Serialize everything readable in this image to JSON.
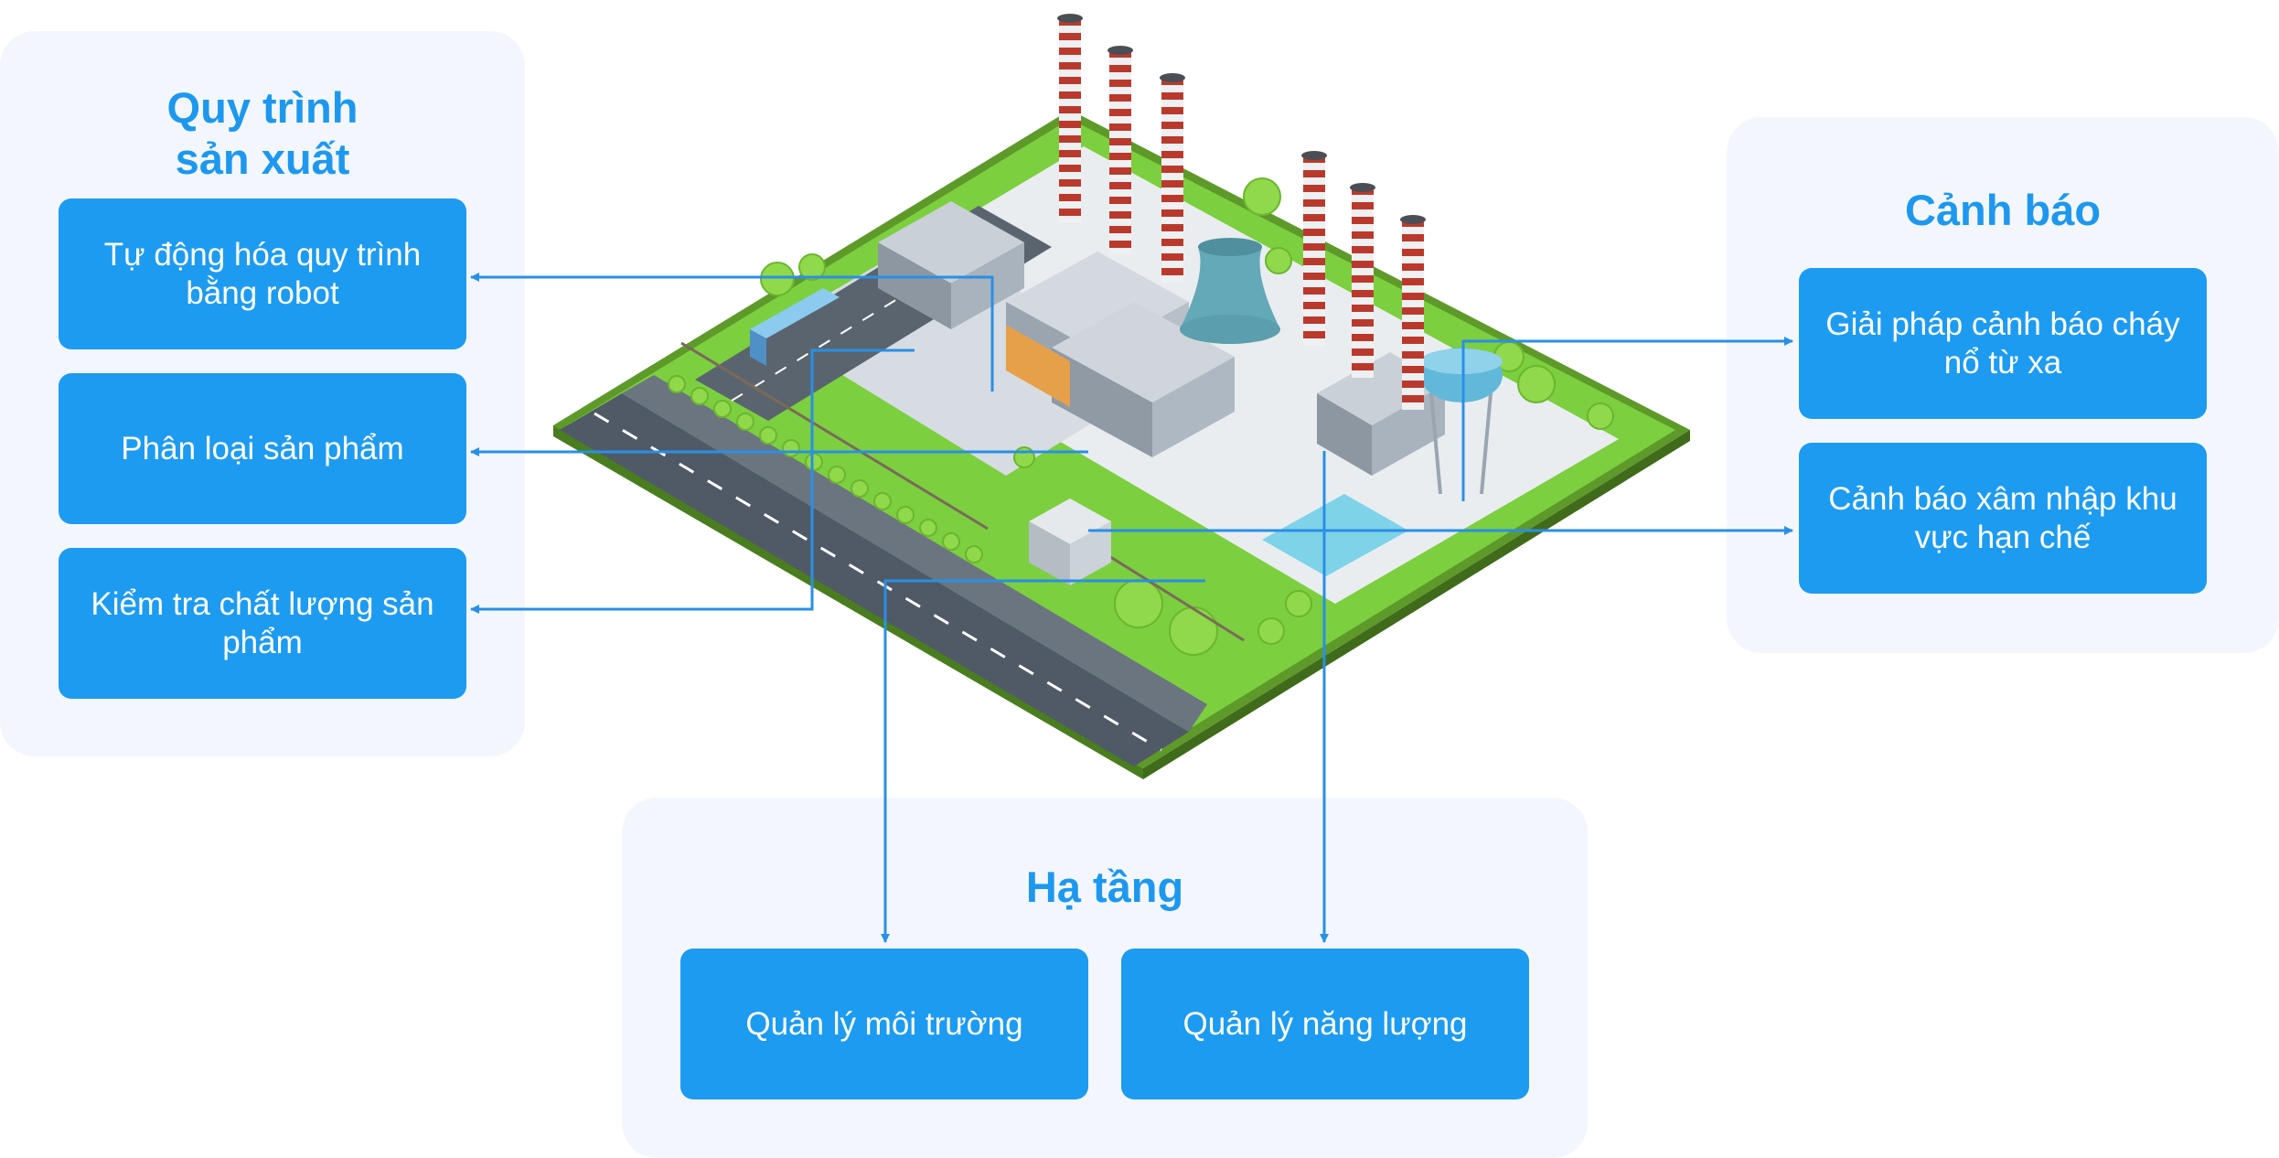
{
  "groups": {
    "production": {
      "title": "Quy trình\nsản xuất",
      "items": [
        "Tự động hóa quy trình bằng robot",
        "Phân loại sản phẩm",
        "Kiểm tra chất lượng sản phẩm"
      ]
    },
    "alerts": {
      "title": "Cảnh báo",
      "items": [
        "Giải pháp cảnh báo cháy nổ từ xa",
        "Cảnh báo xâm nhập khu vực hạn chế"
      ]
    },
    "infrastructure": {
      "title": "Hạ tầng",
      "items": [
        "Quản lý môi trường",
        "Quản lý năng lượng"
      ]
    }
  },
  "colors": {
    "accent": "#1d9bf0",
    "title": "#1e98ef",
    "panel": "#f3f7fd",
    "connector": "#2a8fe6",
    "grass": "#7ccf3f",
    "road": "#505a66",
    "chimney_red": "#b93a2c"
  },
  "illustration": "isometric-factory"
}
